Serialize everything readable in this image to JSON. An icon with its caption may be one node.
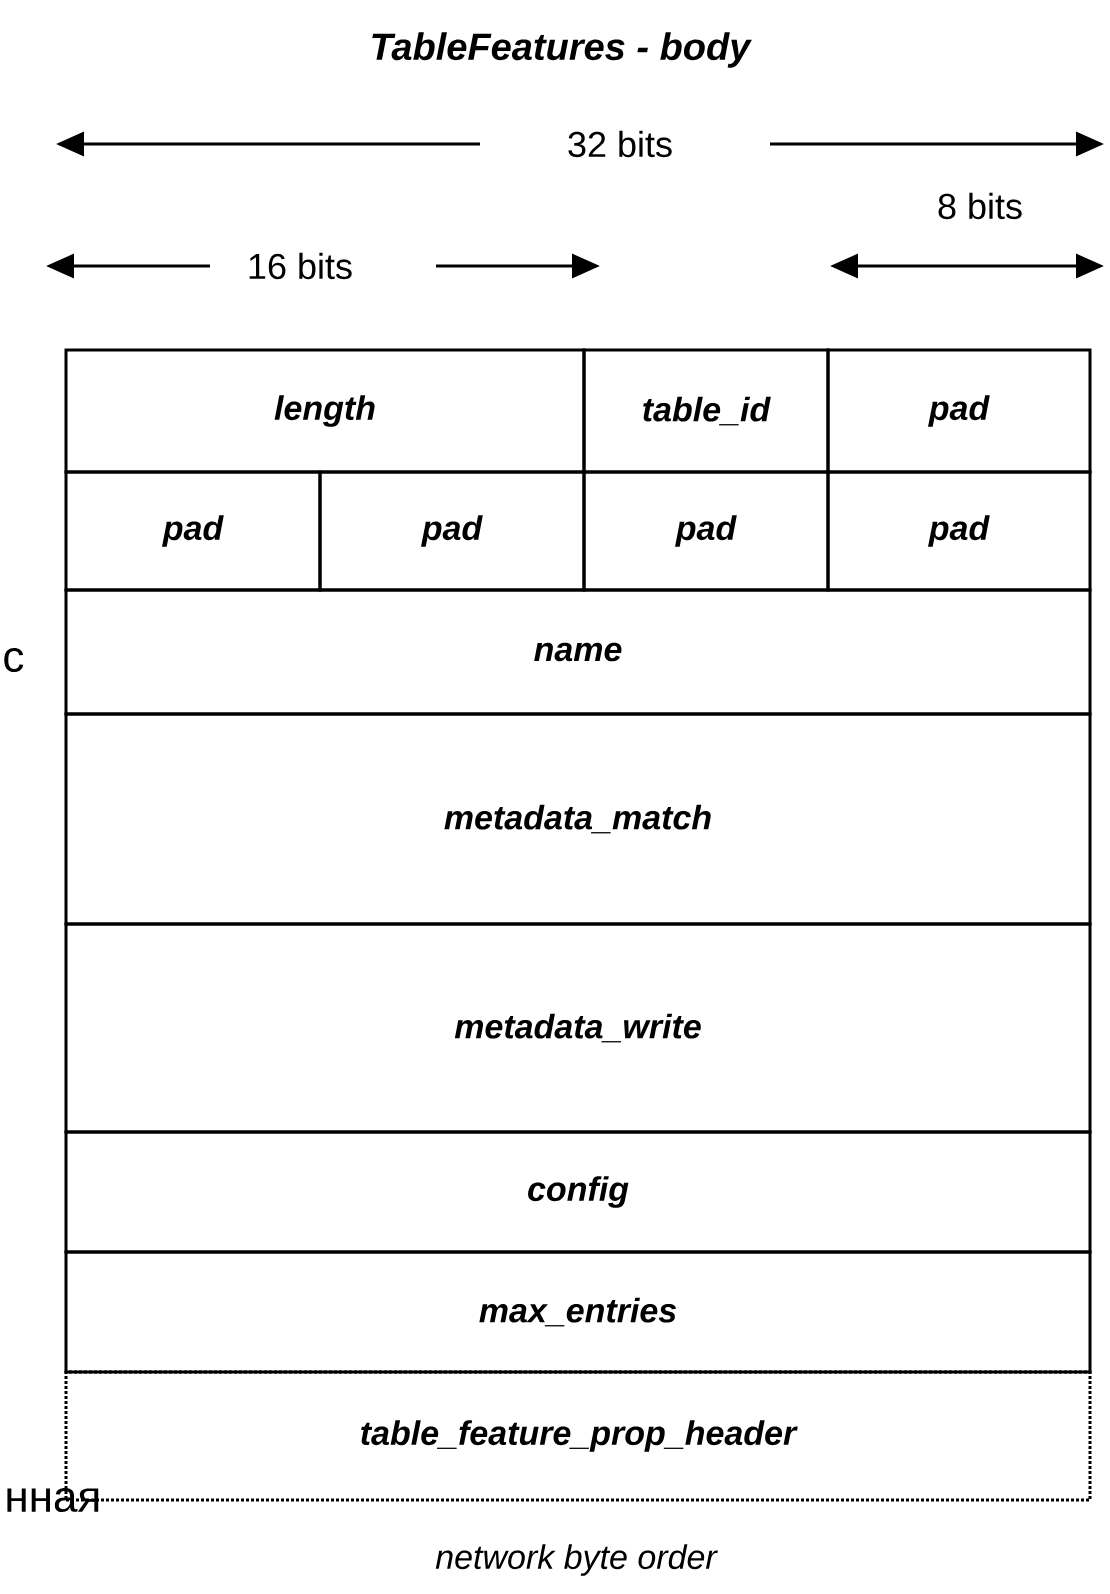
{
  "diagram": {
    "title": "TableFeatures - body",
    "caption": "network byte order",
    "nodes": [
      {
        "text": [
          "length"
        ]
      },
      {
        "text": [
          "table_id"
        ]
      },
      {
        "text": [
          "pad"
        ]
      },
      {
        "text": [
          "pad"
        ]
      },
      {
        "text": [
          "pad"
        ]
      },
      {
        "text": [
          "pad"
        ]
      },
      {
        "text": [
          "pad"
        ]
      },
      {
        "text": [
          "name"
        ]
      },
      {
        "text": [
          "metadata_match"
        ]
      },
      {
        "text": [
          "metadata_write"
        ]
      },
      {
        "text": [
          "config"
        ]
      },
      {
        "text": [
          "max_entries"
        ]
      },
      {
        "text": [
          "table_feature_prop_header"
        ]
      }
    ],
    "edges": [],
    "labels": [
      "32 bits",
      "8 bits",
      "16 bits",
      "с",
      "нная"
    ]
  }
}
